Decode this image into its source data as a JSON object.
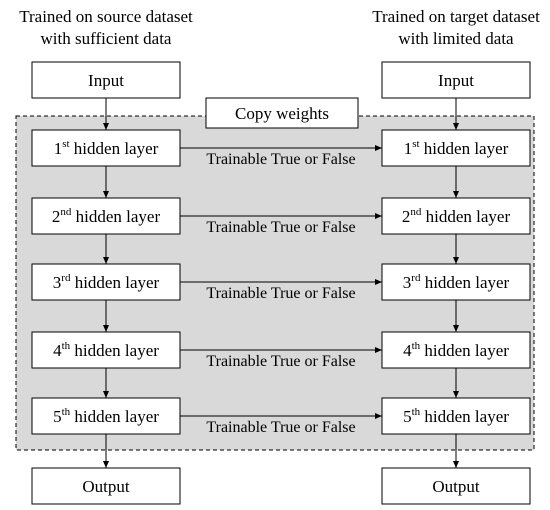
{
  "left_header": [
    "Trained on source dataset",
    "with sufficient data"
  ],
  "right_header": [
    "Trained on target dataset",
    "with limited data"
  ],
  "copy_weights_label": "Copy weights",
  "input_label": "Input",
  "output_label": "Output",
  "layer_suffix": " hidden layer",
  "layers": [
    {
      "num": "1",
      "sup": "st"
    },
    {
      "num": "2",
      "sup": "nd"
    },
    {
      "num": "3",
      "sup": "rd"
    },
    {
      "num": "4",
      "sup": "th"
    },
    {
      "num": "5",
      "sup": "th"
    }
  ],
  "transfer_label": "Trainable True or False",
  "colors": {
    "region_fill": "#d9d9d9",
    "stroke": "#000000",
    "box_fill": "#ffffff"
  }
}
